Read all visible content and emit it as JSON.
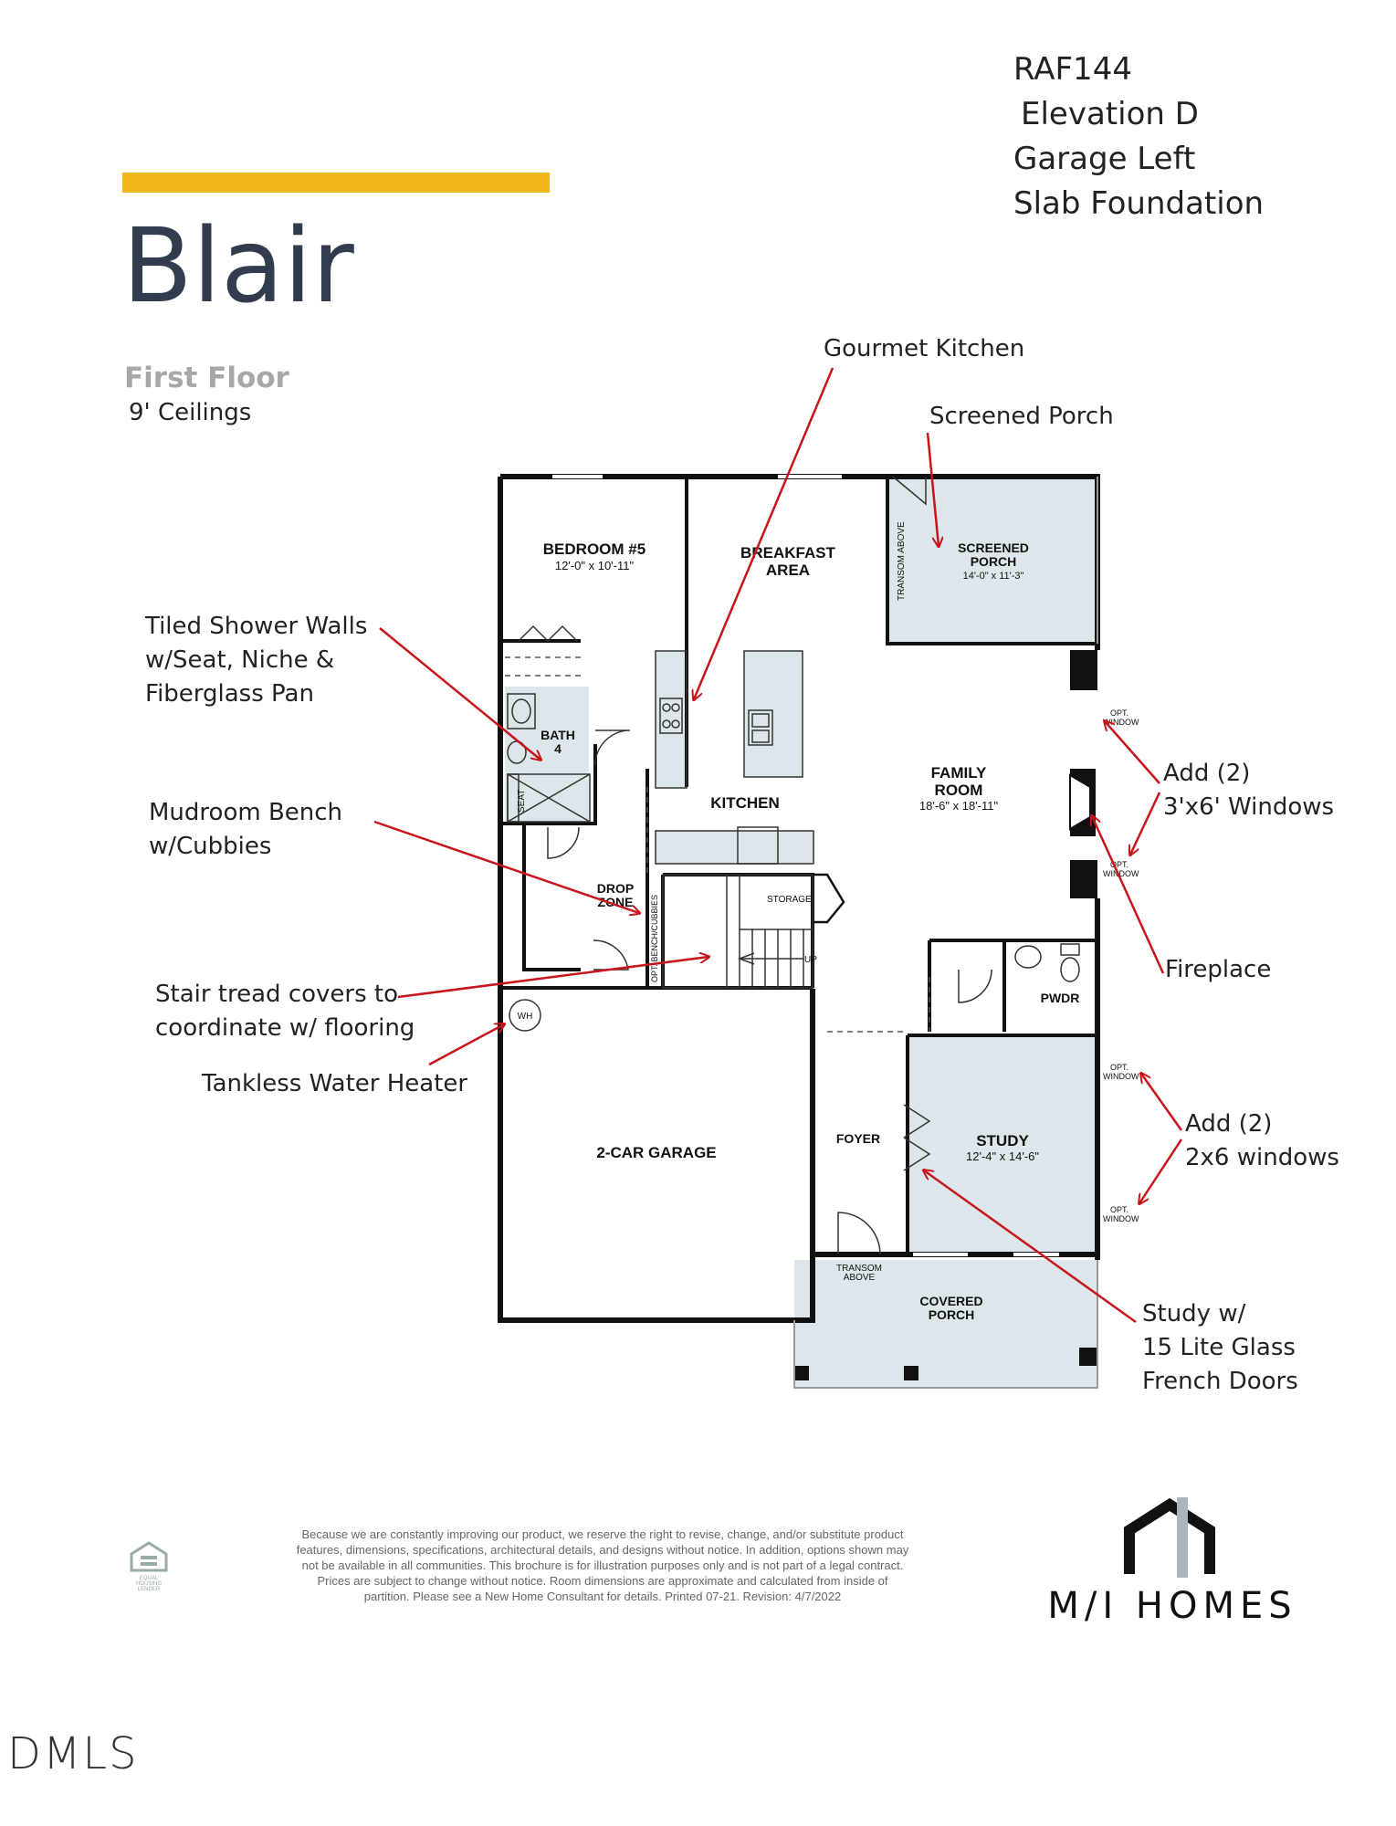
{
  "header": {
    "lines": [
      "RAF144",
      "Elevation D",
      "Garage Left",
      "Slab Foundation"
    ]
  },
  "title": {
    "name": "Blair",
    "floor": "First Floor",
    "ceilings": "9' Ceilings"
  },
  "colors": {
    "accent_bar": "#f3b71e",
    "title": "#313c4e",
    "floor_label": "#a7a7a7",
    "porch_fill": "#dde6ea",
    "arrow": "#c8141b"
  },
  "callouts": {
    "gourmet_kitchen": [
      "Gourmet Kitchen"
    ],
    "screened_porch": [
      "Screened Porch"
    ],
    "tiled_shower": [
      "Tiled Shower Walls",
      "w/Seat, Niche &",
      "Fiberglass Pan"
    ],
    "mudroom": [
      "Mudroom Bench",
      "w/Cubbies"
    ],
    "stair": [
      "Stair tread covers to",
      "coordinate w/ flooring"
    ],
    "water_heater": [
      "Tankless Water Heater"
    ],
    "family_windows": [
      "Add (2)",
      "3'x6' Windows"
    ],
    "fireplace": [
      "Fireplace"
    ],
    "study_windows": [
      "Add (2)",
      "2x6 windows"
    ],
    "study_doors": [
      "Study w/",
      "15 Lite Glass",
      "French Doors"
    ]
  },
  "rooms": {
    "bedroom5": {
      "name": "BEDROOM #5",
      "dim": "12'-0\" x 10'-11\""
    },
    "breakfast": {
      "line1": "BREAKFAST",
      "line2": "AREA"
    },
    "screened_porch": {
      "line1": "SCREENED",
      "line2": "PORCH",
      "dim": "14'-0\" x 11'-3\""
    },
    "bath4": {
      "line1": "BATH",
      "line2": "4"
    },
    "seat": "SEAT",
    "kitchen": "KITCHEN",
    "family": {
      "line1": "FAMILY",
      "line2": "ROOM",
      "dim": "18'-6\" x 18'-11\""
    },
    "drop_zone": {
      "line1": "DROP",
      "line2": "ZONE"
    },
    "bench_cubbies": "OPT. BENCH/CUBBIES",
    "storage": "STORAGE",
    "up": "UP",
    "pwdr": "PWDR",
    "wh": "WH",
    "garage": "2-CAR GARAGE",
    "foyer": "FOYER",
    "study": {
      "name": "STUDY",
      "dim": "12'-4\" x 14'-6\""
    },
    "transom_above": {
      "line1": "TRANSOM",
      "line2": "ABOVE"
    },
    "transom_vertical": "TRANSOM ABOVE",
    "covered_porch": {
      "line1": "COVERED",
      "line2": "PORCH"
    },
    "opt_window": {
      "line1": "OPT.",
      "line2": "WINDOW"
    }
  },
  "disclaimer": [
    "Because we are constantly improving our product, we reserve the right to revise, change, and/or substitute product",
    "features, dimensions, specifications, architectural details, and designs without notice. In addition, options shown may",
    "not be available in all communities. This brochure is for illustration purposes only and is not part of a legal contract.",
    "Prices are subject to change without notice. Room dimensions are approximate and calculated from inside of",
    "partition. Please see a New Home Consultant for details. Printed 07-21. Revision: 4/7/2022"
  ],
  "equal_housing": {
    "line1": "EQUAL HOUSING",
    "line2": "LENDER",
    "icon": "equal-housing-icon"
  },
  "brand": {
    "name": "M/I HOMES",
    "icon": "house-roof-icon"
  },
  "watermark": "DMLS"
}
